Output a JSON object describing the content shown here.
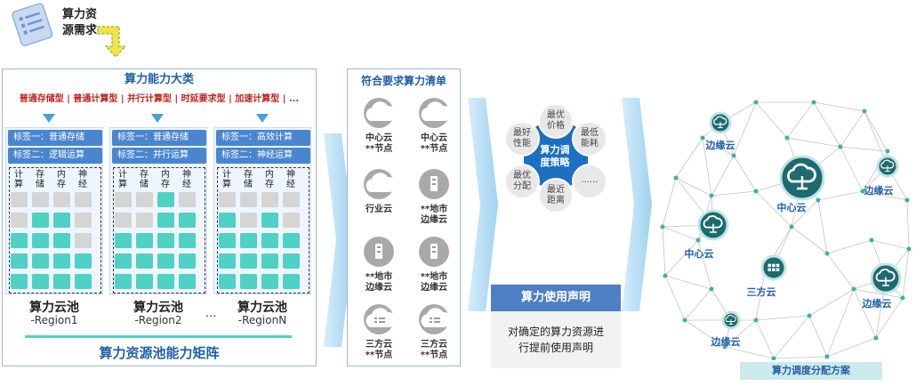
{
  "request": {
    "label_line1": "算力资",
    "label_line2": "源需求",
    "icon": "document-list-icon"
  },
  "capability": {
    "title": "算力能力大类",
    "types": "普通存储型 | 普通计算型 | 并行计算型 | 时延要求型 | 加速计算型 | ..."
  },
  "regions": [
    {
      "tag1": "标签一：普通存储",
      "tag2": "标签二：逻辑运算",
      "pool": "算力云池",
      "region": "-Region1"
    },
    {
      "tag1": "标签一：普通存储",
      "tag2": "标签二：并行运算",
      "pool": "算力云池",
      "region": "-Region2"
    },
    {
      "tag1": "标签一：高效计算",
      "tag2": "标签二：神经运算",
      "pool": "算力云池",
      "region": "-RegionN"
    }
  ],
  "grid_columns": [
    [
      "计",
      "算"
    ],
    [
      "存",
      "储"
    ],
    [
      "内",
      "存"
    ],
    [
      "神",
      "经"
    ]
  ],
  "region_ellipsis": "...",
  "matrix_title": "算力资源池能力矩阵",
  "list": {
    "title": "符合要求算力清单",
    "items": [
      {
        "line1": "中心云",
        "line2": "**节点",
        "icon": "cloud-icon"
      },
      {
        "line1": "中心云",
        "line2": "**节点",
        "icon": "cloud-icon"
      },
      {
        "line1": "行业云",
        "line2": "",
        "icon": "cloud-icon"
      },
      {
        "line1": "**地市",
        "line2": "边缘云",
        "icon": "server-cloud-icon"
      },
      {
        "line1": "**地市",
        "line2": "边缘云",
        "icon": "server-cloud-icon"
      },
      {
        "line1": "**地市",
        "line2": "边缘云",
        "icon": "server-cloud-icon"
      },
      {
        "line1": "三方云",
        "line2": "**节点",
        "icon": "list-cloud-icon"
      },
      {
        "line1": "三方云",
        "line2": "**节点",
        "icon": "list-cloud-icon"
      }
    ]
  },
  "strategy": {
    "center_line1": "算力调",
    "center_line2": "度策略",
    "petals": [
      {
        "line1": "最优",
        "line2": "价格"
      },
      {
        "line1": "最低",
        "line2": "能耗"
      },
      {
        "line1": "......",
        "line2": ""
      },
      {
        "line1": "最近",
        "line2": "距离"
      },
      {
        "line1": "最优",
        "line2": "分配"
      },
      {
        "line1": "最好",
        "line2": "性能"
      }
    ]
  },
  "usage": {
    "title": "算力使用声明",
    "text_line1": "对确定的算力资源进",
    "text_line2": "行提前使用声明"
  },
  "network": {
    "nodes": [
      {
        "label": "边缘云"
      },
      {
        "label": "中心云"
      },
      {
        "label": "边缘云"
      },
      {
        "label": "中心云"
      },
      {
        "label": "三方云"
      },
      {
        "label": "边缘云"
      },
      {
        "label": "边缘云"
      }
    ],
    "scheme_label": "算力调度分配方案"
  },
  "colors": {
    "teal": "#4fd1c5",
    "blue": "#4a86d0",
    "title_blue": "#1f5fa8",
    "red": "#c0231c",
    "dark_teal": "#1e6a6f"
  }
}
